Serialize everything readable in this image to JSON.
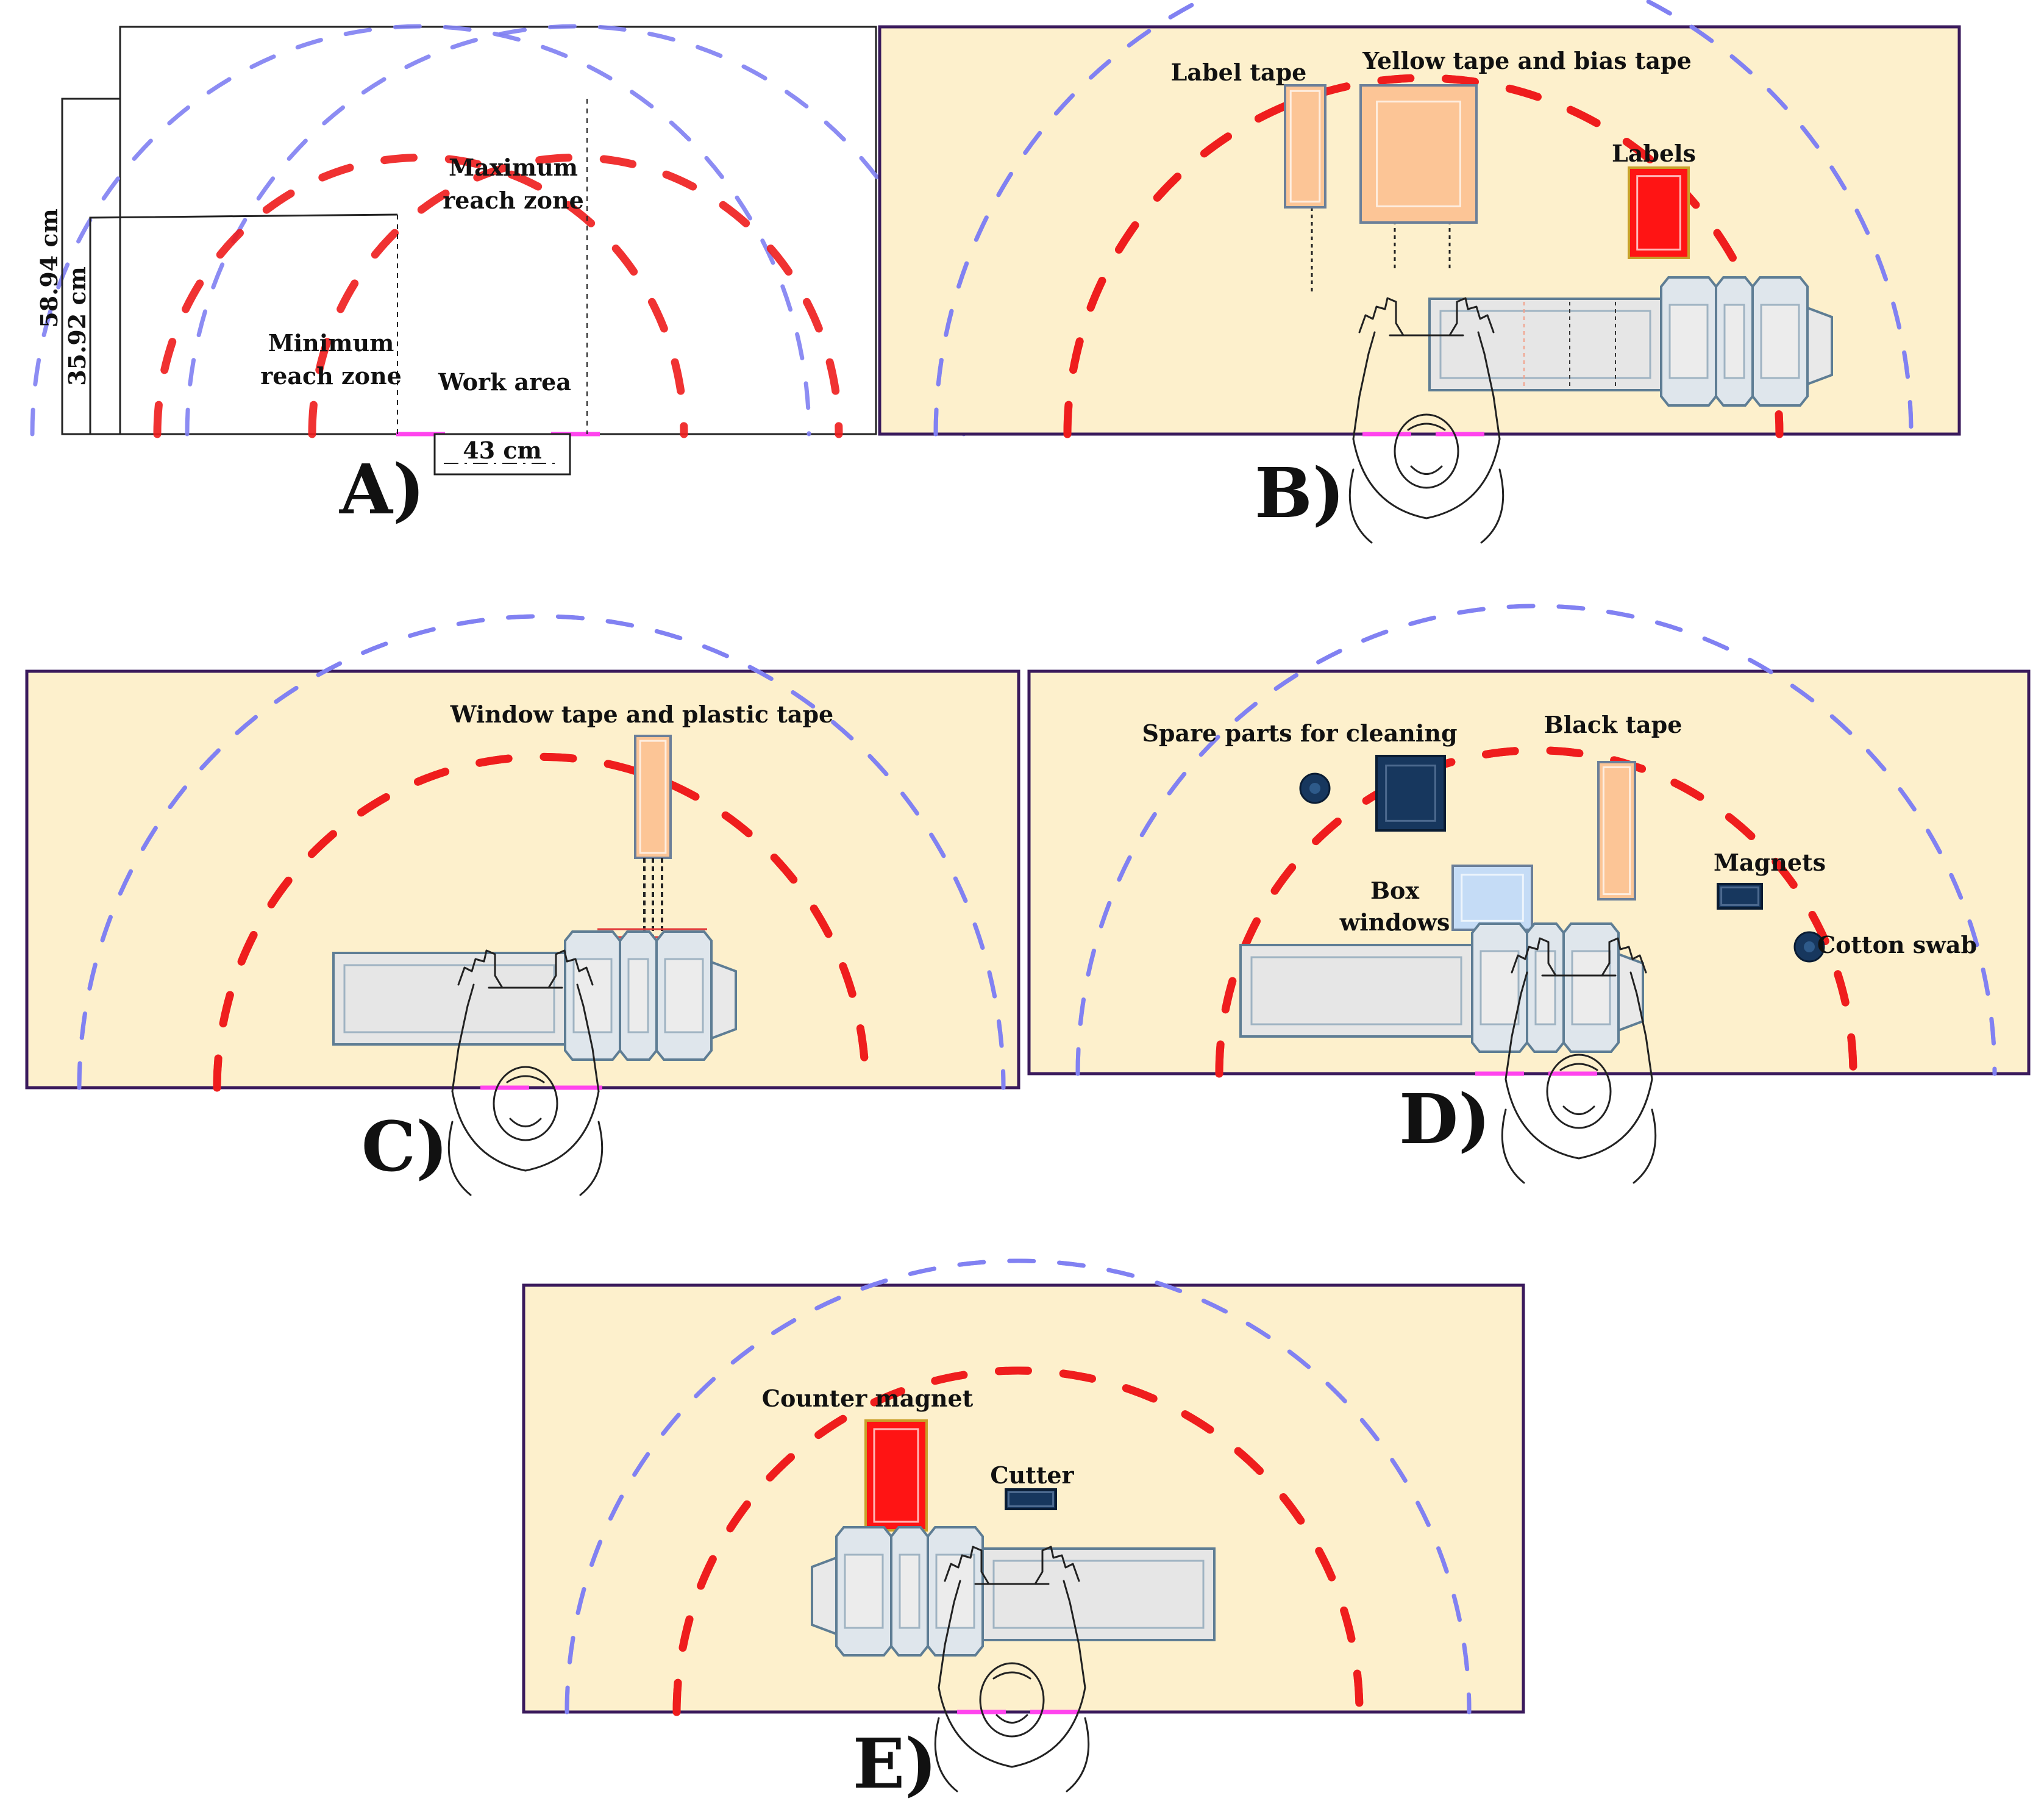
{
  "colors": {
    "background": "#fdf0cc",
    "frame": "#3a1a5c",
    "max_reach_dash": "#8080f2",
    "min_reach_dash": "#ee1c1c",
    "shoulder_marker": "#ff44ee",
    "tape_fill": "#fcc596",
    "label_red": "#ff1414",
    "dark_box": "#17375e",
    "light_box": "#c5dcf6",
    "fixture_fill": "#e6e6e6",
    "fixture_stroke": "#5e7d94"
  },
  "panels": {
    "a": {
      "letter": "A)",
      "max_zone_line1": "Maximum",
      "max_zone_line2": "reach zone",
      "min_zone_line1": "Minimum",
      "min_zone_line2": "reach zone",
      "work_area": "Work area",
      "dim_outer": "58.94 cm",
      "dim_inner": "35.92 cm",
      "dim_width": "43 cm"
    },
    "b": {
      "letter": "B)",
      "label_tape": "Label tape",
      "yellow_tape": "Yellow tape and bias tape",
      "labels": "Labels"
    },
    "c": {
      "letter": "C)",
      "window_tape": "Window tape and plastic tape"
    },
    "d": {
      "letter": "D)",
      "spare_parts": "Spare parts for cleaning",
      "black_tape": "Black tape",
      "box_windows_line1": "Box",
      "box_windows_line2": "windows",
      "magnets": "Magnets",
      "cotton_swab": "Cotton swab"
    },
    "e": {
      "letter": "E)",
      "counter_magnet": "Counter magnet",
      "cutter": "Cutter"
    }
  }
}
